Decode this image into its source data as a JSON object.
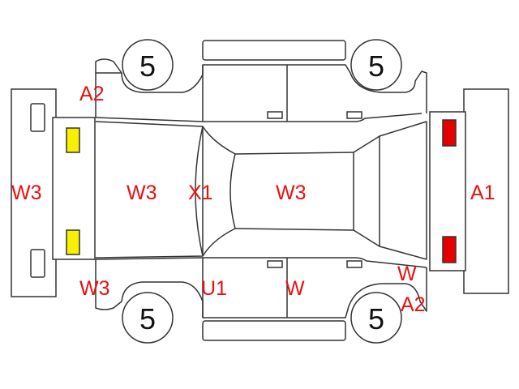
{
  "colors": {
    "outline": "#333333",
    "damage_label": "#e8110f",
    "yellow_lamp": "#f7f000",
    "red_lamp": "#e60000"
  },
  "tires": {
    "front_left": "5",
    "front_right": "5",
    "rear_left": "5",
    "rear_right": "5"
  },
  "labels": {
    "rear_bumper": "W3",
    "rear_left_corner_top": "A2",
    "rear_left_corner_bottom": "W3",
    "trunk_lid": "W3",
    "rear_glass": "X1",
    "roof": "W3",
    "rear_door_right": "U1",
    "front_door_right": "W",
    "front_right_fender_1": "W",
    "front_right_fender_2": "A2",
    "front_bumper": "A1"
  }
}
